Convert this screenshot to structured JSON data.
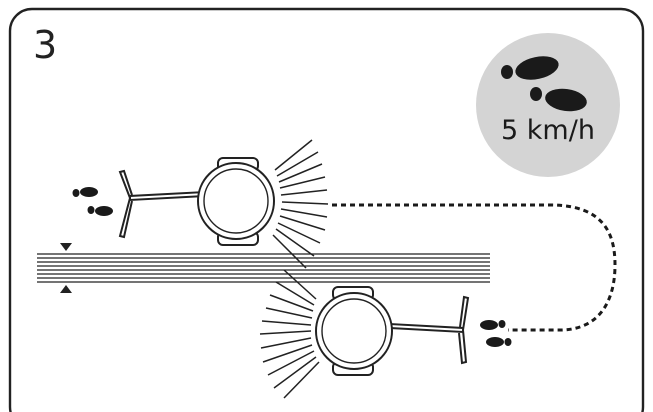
{
  "step": {
    "number": "3"
  },
  "speed_badge": {
    "label": "5 km/h",
    "icon": "footprints-icon",
    "background": "#d4d4d4"
  },
  "colors": {
    "outline": "#222222",
    "ink": "#1a1a1a",
    "dash": "#1a1a1a"
  },
  "scene": {
    "mower_passes": 2,
    "stripe_lines": 8,
    "path_style": "dotted"
  }
}
